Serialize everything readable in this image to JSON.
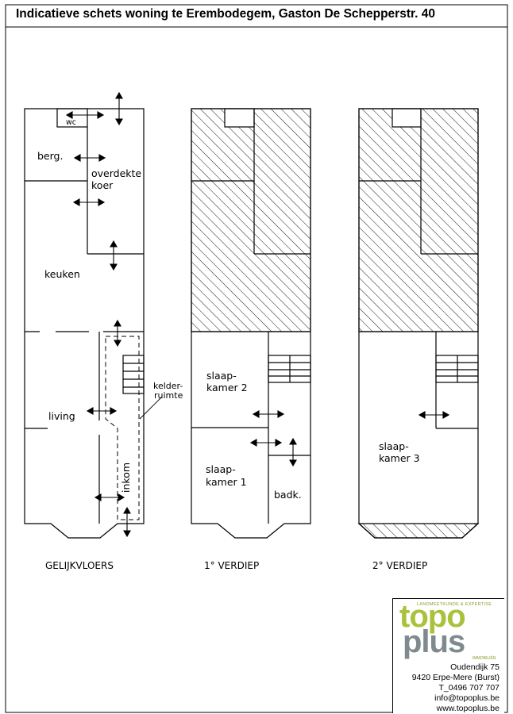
{
  "title": "Indicatieve schets woning te Erembodegem, Gaston De Schepperstr. 40",
  "floors": {
    "ground": {
      "label": "GELIJKVLOERS",
      "rooms": {
        "wc": "wc",
        "berg": "berg.",
        "overdekte_line1": "overdekte",
        "overdekte_line2": "koer",
        "keuken": "keuken",
        "living": "living",
        "inkom": "inkom",
        "kelder_line1": "kelder-",
        "kelder_line2": "ruimte"
      }
    },
    "first": {
      "label": "1° VERDIEP",
      "rooms": {
        "slaapkamer2_line1": "slaap-",
        "slaapkamer2_line2": "kamer 2",
        "slaapkamer1_line1": "slaap-",
        "slaapkamer1_line2": "kamer 1",
        "badk": "badk."
      }
    },
    "second": {
      "label": "2° VERDIEP",
      "rooms": {
        "slaapkamer3_line1": "slaap-",
        "slaapkamer3_line2": "kamer 3"
      }
    }
  },
  "logo": {
    "tagline": "LANDMEETKUNDE & EXPERTISE",
    "word1": "topo",
    "word2": "plus",
    "sub": "IMMOBILIËN",
    "colors": {
      "green": "#a9c13b",
      "gray": "#7f8a8f"
    }
  },
  "contact": {
    "street": "Oudendijk 75",
    "city": "9420 Erpe-Mere (Burst)",
    "phone": "T_0496 707 707",
    "email": "info@topoplus.be",
    "web": "www.topoplus.be"
  }
}
